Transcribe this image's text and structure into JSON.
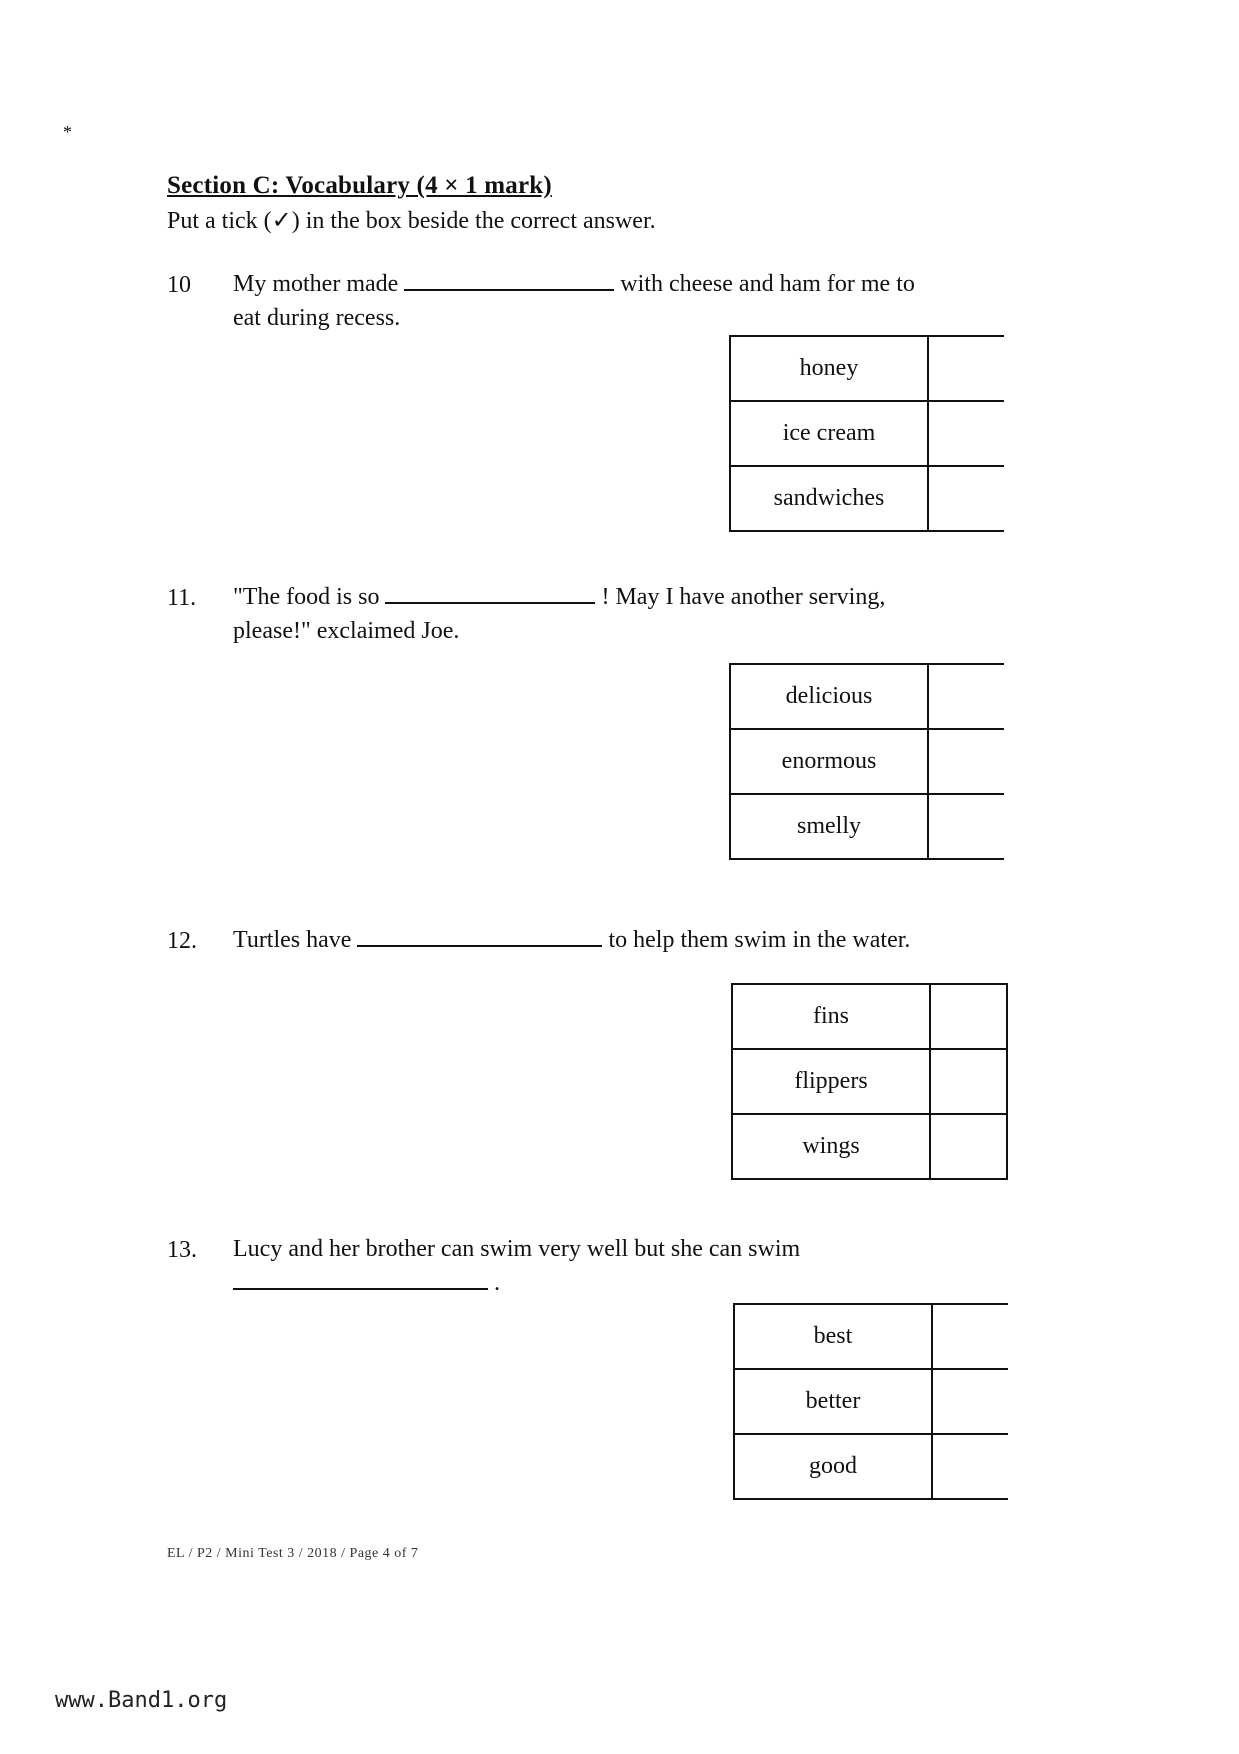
{
  "page": {
    "stray_mark": "*",
    "section_title": "Section C: Vocabulary (4 × 1 mark)",
    "instruction": "Put a tick (✓) in the box beside the correct answer.",
    "questions": [
      {
        "number": "10",
        "before_blank": "My mother made",
        "after_blank": "with cheese and ham for me to",
        "line2": "eat during recess.",
        "options": [
          "honey",
          "ice cream",
          "sandwiches"
        ]
      },
      {
        "number": "11.",
        "before_blank": "\"The food is so",
        "after_blank": "! May I have another serving,",
        "line2": "please!\" exclaimed Joe.",
        "options": [
          "delicious",
          "enormous",
          "smelly"
        ]
      },
      {
        "number": "12.",
        "before_blank": "Turtles have",
        "after_blank": "to help them swim in the water.",
        "line2": "",
        "options": [
          "fins",
          "flippers",
          "wings"
        ]
      },
      {
        "number": "13.",
        "before_blank": "Lucy and her brother can swim very well but she can swim",
        "after_blank": ".",
        "line2": "",
        "options": [
          "best",
          "better",
          "good"
        ]
      }
    ],
    "footer_code": "EL / P2 / Mini Test 3 / 2018 / Page 4 of 7",
    "site": "www.Band1.org"
  }
}
